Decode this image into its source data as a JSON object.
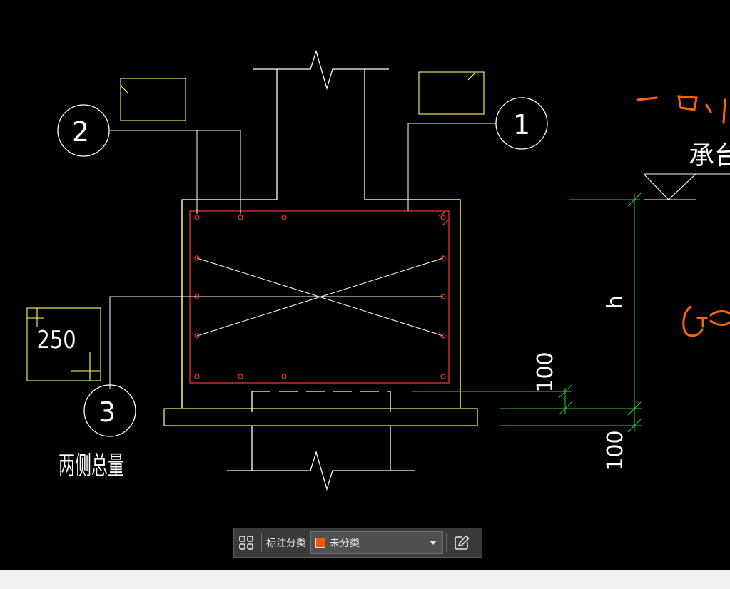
{
  "drawing": {
    "rebar_marks": {
      "mark1": "1",
      "mark2": "2",
      "mark3": "3"
    },
    "labels": {
      "both_sides_total": "两侧总量",
      "spacing_250": "250",
      "dim_h": "h",
      "dim_100_upper": "100",
      "dim_100_lower": "100",
      "cap_top_partial": "承台"
    },
    "colors": {
      "background": "#000000",
      "outline": "#ffff66",
      "rebar": "#ff3333",
      "lines": "#ffffff",
      "dimension": "#33cc33",
      "markup": "#ff6600"
    }
  },
  "toolbar": {
    "grid_icon": "grid-icon",
    "label": "标注分类",
    "select_value": "未分类",
    "swatch_color": "#ff5500",
    "edit_icon": "edit-icon"
  }
}
